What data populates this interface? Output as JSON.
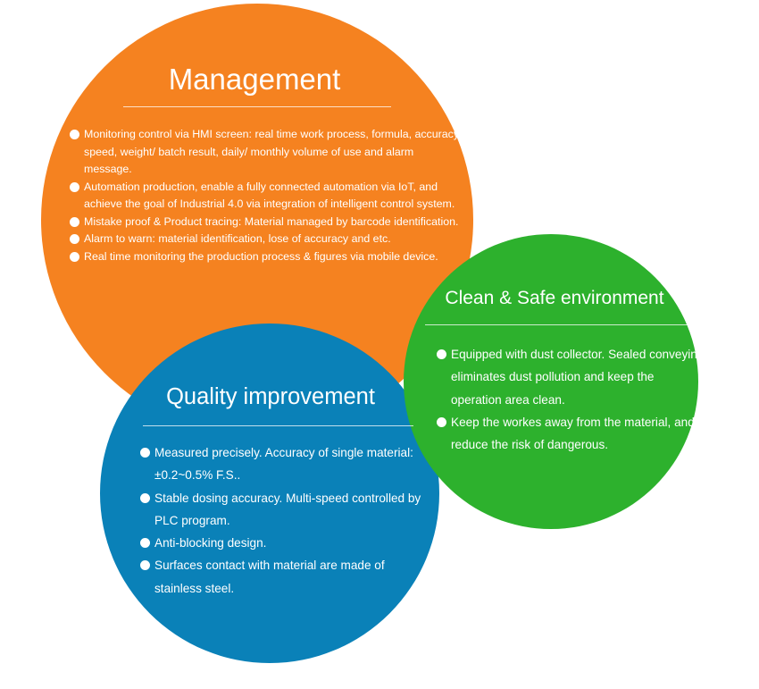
{
  "management": {
    "title": "Management",
    "color": "#f58220",
    "items": [
      "Monitoring control via HMI screen: real time work process, formula, accuracy, speed, weight/ batch result, daily/ monthly volume of use and alarm message.",
      "Automation production, enable a fully connected automation via IoT, and achieve the goal of Industrial 4.0 via integration of intelligent control system.",
      "Mistake proof & Product tracing: Material managed by barcode identification.",
      "Alarm to warn: material identification, lose of accuracy and etc.",
      "Real time monitoring the production process & figures via mobile device."
    ]
  },
  "clean": {
    "title": "Clean & Safe environment",
    "color": "#2db12d",
    "items": [
      "Equipped with dust collector. Sealed conveying eliminates dust pollution and keep the operation area clean.",
      "Keep the workes away from the material, and reduce the risk of dangerous."
    ]
  },
  "quality": {
    "title": "Quality improvement",
    "color": "#0a81b8",
    "items": [
      "Measured precisely. Accuracy of single material: ±0.2~0.5% F.S..",
      "Stable dosing accuracy. Multi-speed controlled by PLC program.",
      "Anti-blocking design.",
      "Surfaces contact with material are made of stainless steel."
    ]
  }
}
